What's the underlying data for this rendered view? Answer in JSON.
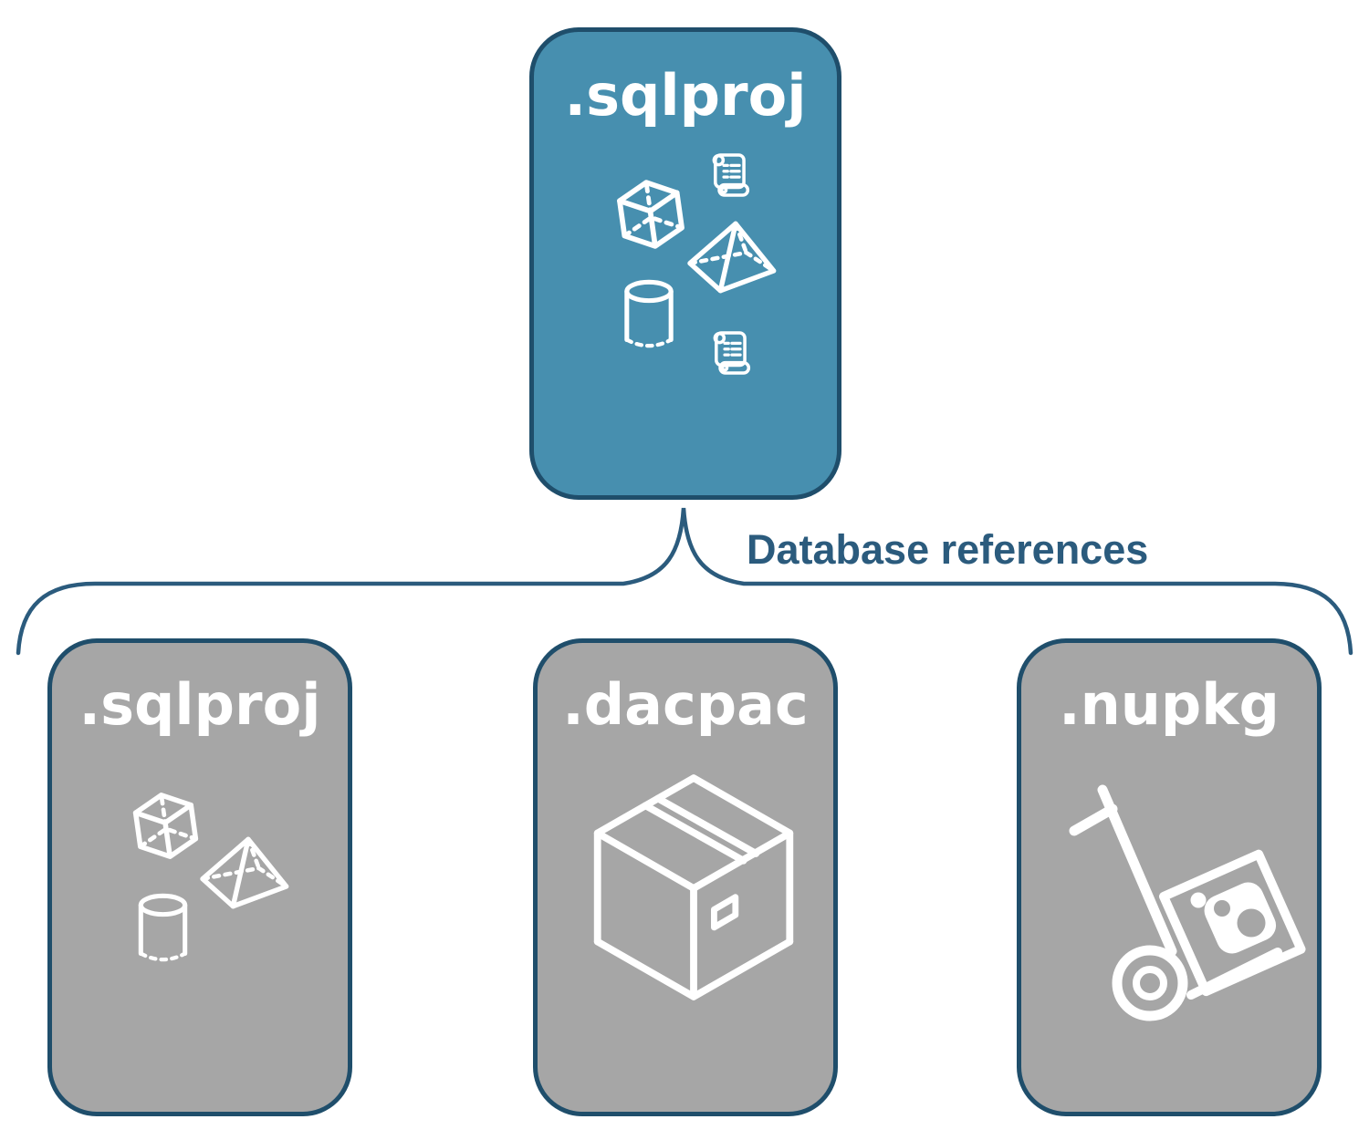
{
  "parent": {
    "label": ".sqlproj",
    "icons": [
      "scroll-icon",
      "cube-icon",
      "pyramid-icon",
      "cylinder-icon",
      "scroll-icon"
    ]
  },
  "connector": {
    "label": "Database references"
  },
  "children": [
    {
      "label": ".sqlproj",
      "icons": [
        "cube-icon",
        "pyramid-icon",
        "cylinder-icon"
      ]
    },
    {
      "label": ".dacpac",
      "icons": [
        "package-box-icon"
      ]
    },
    {
      "label": ".nupkg",
      "icons": [
        "hand-truck-icon",
        "nuget-package-icon"
      ]
    }
  ],
  "colors": {
    "parent_fill": "#478FAF",
    "child_fill": "#A6A6A6",
    "card_border": "#1F4E6B",
    "connector_stroke": "#2B5B7D",
    "label_text": "#FFFFFF",
    "icon_stroke": "#FFFFFF"
  }
}
